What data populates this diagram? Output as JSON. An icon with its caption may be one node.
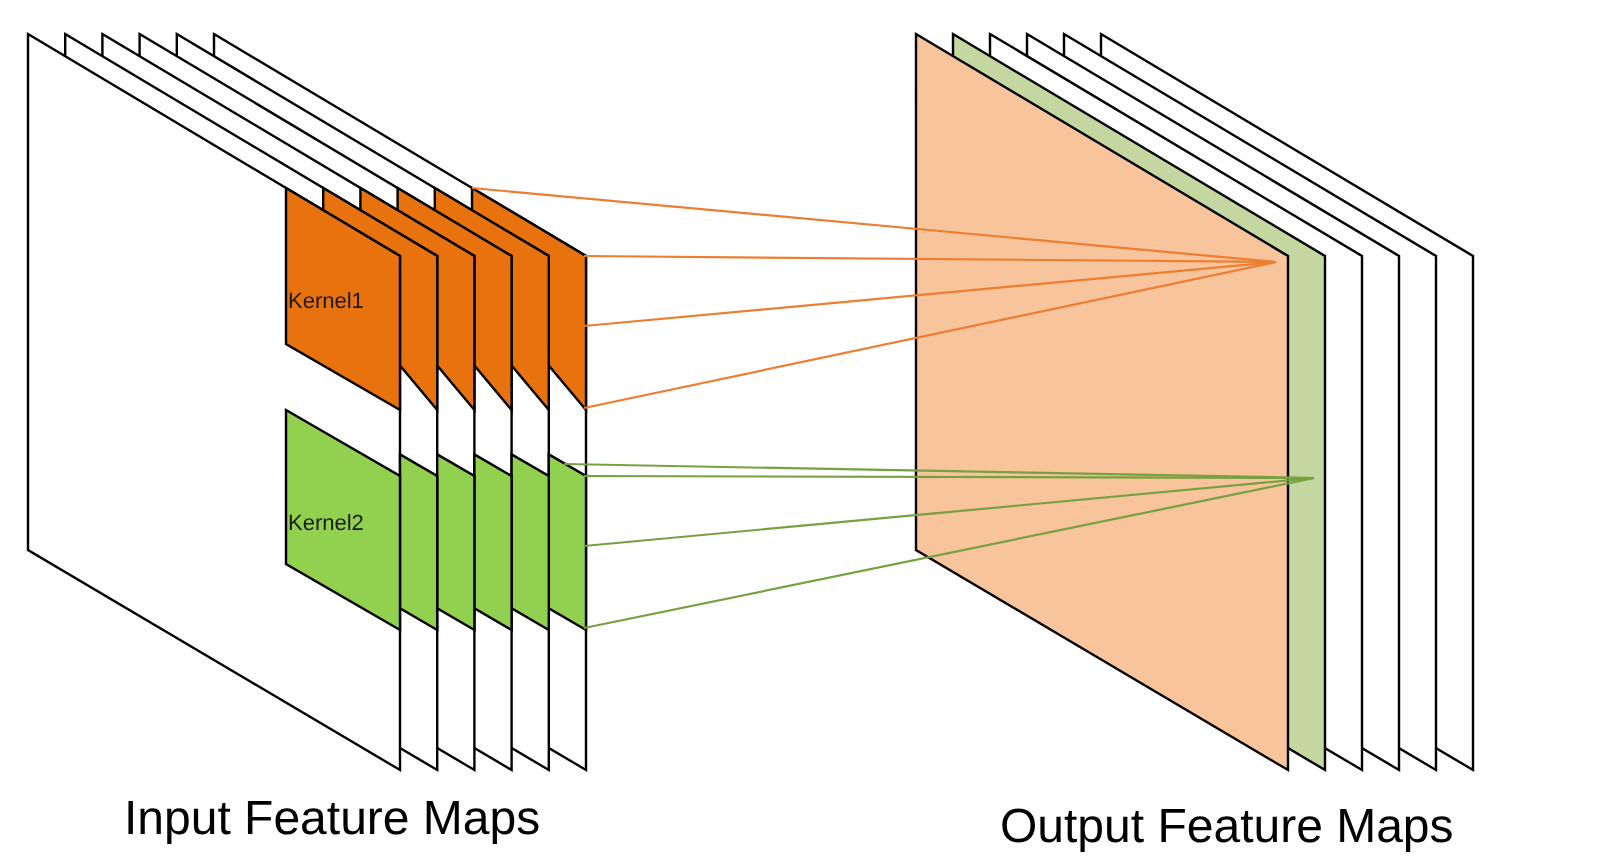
{
  "diagram": {
    "nodes": [
      {
        "text": [
          "Input Feature Maps"
        ]
      },
      {
        "text": [
          "Kernel1"
        ],
        "in": 0
      },
      {
        "text": [
          "Kernel2"
        ],
        "in": 0
      },
      {
        "text": [
          "Output Feature Maps"
        ]
      }
    ],
    "edges": [
      {
        "from": 1,
        "to": 3,
        "arrow": "none",
        "color": "#ed7d31"
      },
      {
        "from": 1,
        "to": 3,
        "arrow": "none",
        "color": "#ed7d31"
      },
      {
        "from": 1,
        "to": 3,
        "arrow": "none",
        "color": "#ed7d31"
      },
      {
        "from": 1,
        "to": 3,
        "arrow": "none",
        "color": "#ed7d31"
      },
      {
        "from": 2,
        "to": 3,
        "arrow": "none",
        "color": "#77a043"
      },
      {
        "from": 2,
        "to": 3,
        "arrow": "none",
        "color": "#77a043"
      },
      {
        "from": 2,
        "to": 3,
        "arrow": "none",
        "color": "#77a043"
      },
      {
        "from": 2,
        "to": 3,
        "arrow": "none",
        "color": "#77a043"
      }
    ]
  }
}
